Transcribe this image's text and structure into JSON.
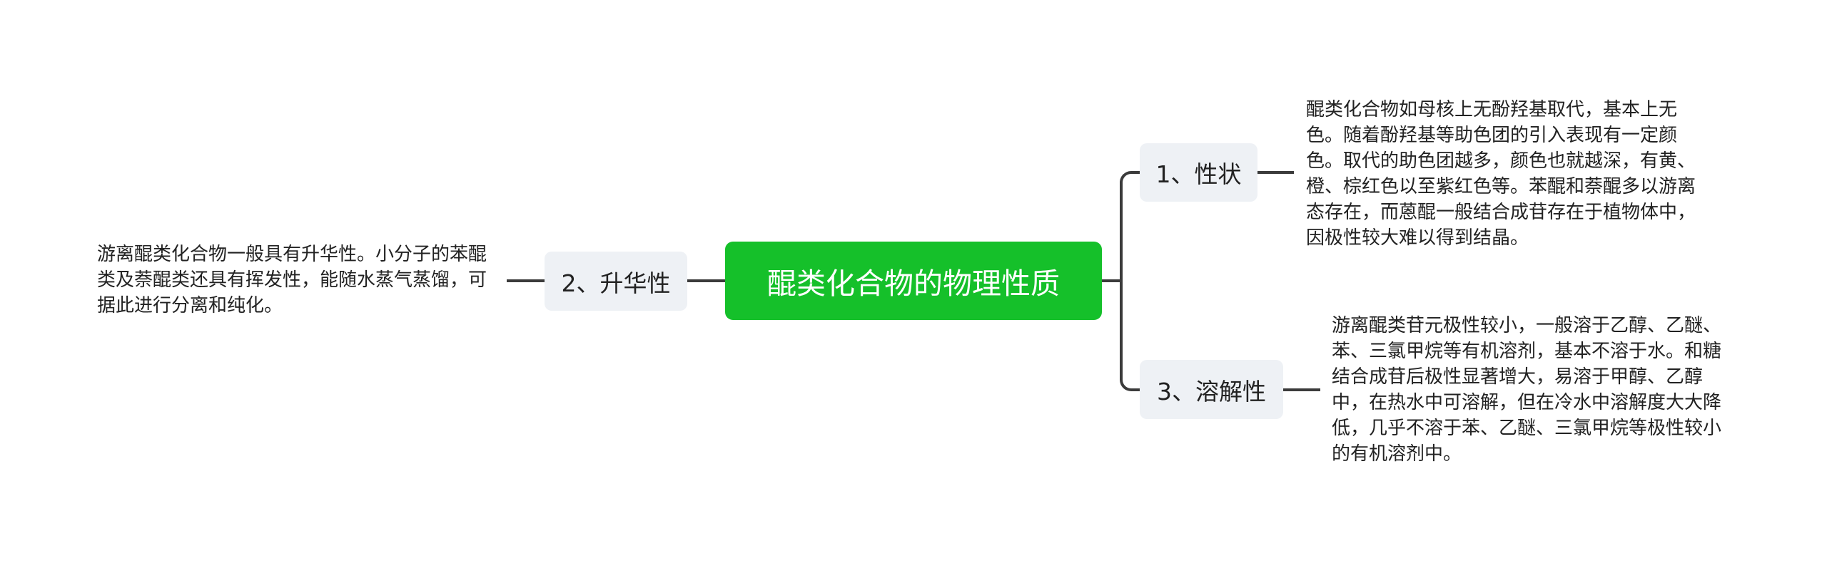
{
  "mindmap": {
    "root": {
      "label": "醌类化合物的物理性质",
      "color": "#15c02a",
      "text_color": "#ffffff"
    },
    "branches": [
      {
        "label": "1、性状",
        "side": "right",
        "detail": "醌类化合物如母核上无酚羟基取代，基本上无色。随着酚羟基等助色团的引入表现有一定颜色。取代的助色团越多，颜色也就越深，有黄、橙、棕红色以至紫红色等。苯醌和萘醌多以游离态存在，而蒽醌一般结合成苷存在于植物体中，因极性较大难以得到结晶。"
      },
      {
        "label": "2、升华性",
        "side": "left",
        "detail": "游离醌类化合物一般具有升华性。小分子的苯醌类及萘醌类还具有挥发性，能随水蒸气蒸馏，可据此进行分离和纯化。"
      },
      {
        "label": "3、溶解性",
        "side": "right",
        "detail": "游离醌类苷元极性较小，一般溶于乙醇、乙醚、苯、三氯甲烷等有机溶剂，基本不溶于水。和糖结合成苷后极性显著增大，易溶于甲醇、乙醇中，在热水中可溶解，但在冷水中溶解度大大降低，几乎不溶于苯、乙醚、三氯甲烷等极性较小的有机溶剂中。"
      }
    ],
    "colors": {
      "branch_bg": "#eef1f5",
      "connector": "#3b3b3b",
      "text": "#222222"
    }
  }
}
